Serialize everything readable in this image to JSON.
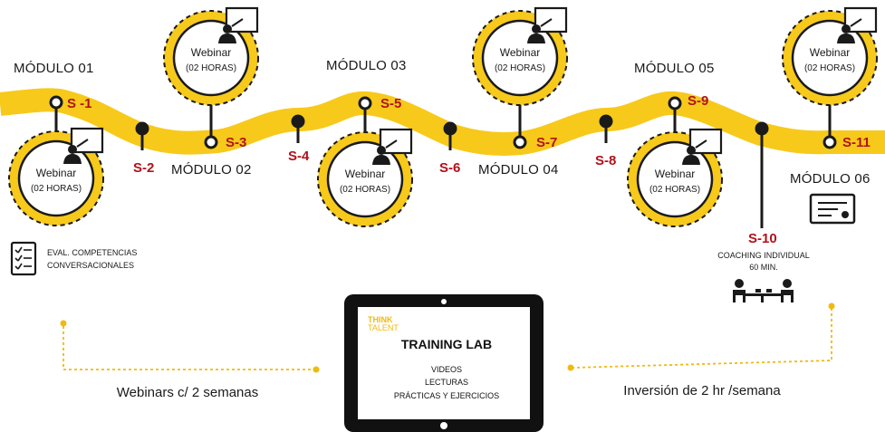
{
  "modules": [
    "MÓDULO 01",
    "MÓDULO 02",
    "MÓDULO 03",
    "MÓDULO 04",
    "MÓDULO 05",
    "MÓDULO 06"
  ],
  "sessions": [
    "S -1",
    "S-2",
    "S-3",
    "S-4",
    "S-5",
    "S-6",
    "S-7",
    "S-8",
    "S-9",
    "S-10",
    "S-11"
  ],
  "webinars": [
    {
      "title": "Webinar",
      "duration": "(02 HORAS)"
    },
    {
      "title": "Webinar",
      "duration": "(02 HORAS)"
    },
    {
      "title": "Webinar",
      "duration": "(02 HORAS)"
    },
    {
      "title": "Webinar",
      "duration": "(02 HORAS)"
    },
    {
      "title": "Webinar",
      "duration": "(02 HORAS)"
    },
    {
      "title": "Webinar",
      "duration": "(02 HORAS)"
    }
  ],
  "eval": {
    "line1": "EVAL. COMPETENCIAS",
    "line2": "CONVERSACIONALES"
  },
  "coaching": {
    "line1": "COACHING INDIVIDUAL",
    "line2": "60 MIN."
  },
  "tablet": {
    "brand_line1": "THINK",
    "brand_line2": "TALENT",
    "title": "TRAINING LAB",
    "items": [
      "VIDEOS",
      "LECTURAS",
      "PRÁCTICAS Y EJERCICIOS"
    ]
  },
  "footer": {
    "left": "Webinars c/ 2 semanas",
    "right": "Inversión de 2 hr /semana"
  },
  "colors": {
    "track": "#f7c91a",
    "session_red": "#b0121b",
    "ink": "#1a1a1a",
    "dotted": "#f2b90f"
  }
}
